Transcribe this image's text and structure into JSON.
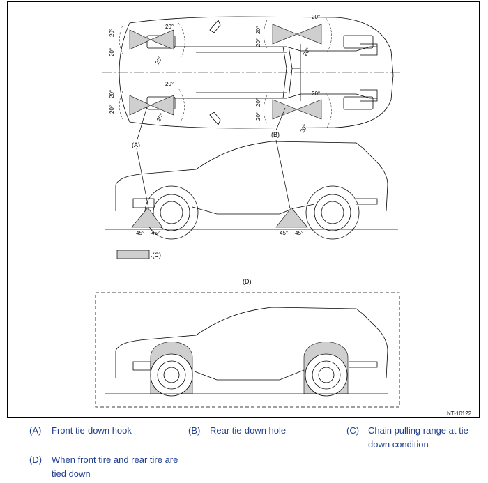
{
  "diagram": {
    "angle_20": "20°",
    "angle_45": "45°",
    "callout_a": "(A)",
    "callout_b": "(B)",
    "callout_c": ":(C)",
    "callout_d": "(D)",
    "figure_code": "NT-10122",
    "colors": {
      "hatch": "#cfcfcf",
      "line": "#000000",
      "legend_text": "#1f3f8f"
    }
  },
  "legend": [
    {
      "key": "(A)",
      "text": "Front tie-down hook"
    },
    {
      "key": "(B)",
      "text": "Rear tie-down hole"
    },
    {
      "key": "(C)",
      "text": "Chain pulling range at tie-down condition"
    },
    {
      "key": "(D)",
      "text": "When front tire and rear tire are tied down"
    }
  ]
}
